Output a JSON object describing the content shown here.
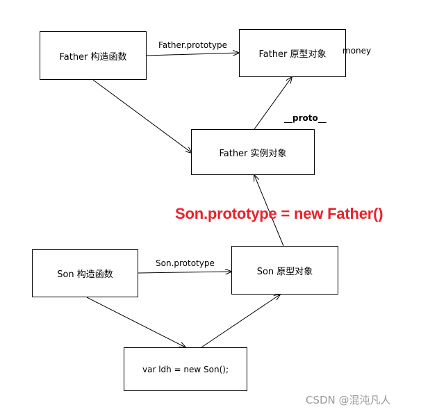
{
  "nodes": {
    "father_constructor": "Father 构造函数",
    "father_prototype": "Father 原型对象",
    "father_instance": "Father 实例对象",
    "son_constructor": "Son 构造函数",
    "son_prototype": "Son 原型对象",
    "son_instance": "var ldh = new Son();"
  },
  "labels": {
    "father_prototype_edge": "Father.prototype",
    "money": "money",
    "proto": "__proto__",
    "son_prototype_edge": "Son.prototype"
  },
  "highlight": {
    "text": "Son.prototype = new Father()",
    "color": "#e8222a"
  },
  "watermark": "CSDN @混沌凡人"
}
